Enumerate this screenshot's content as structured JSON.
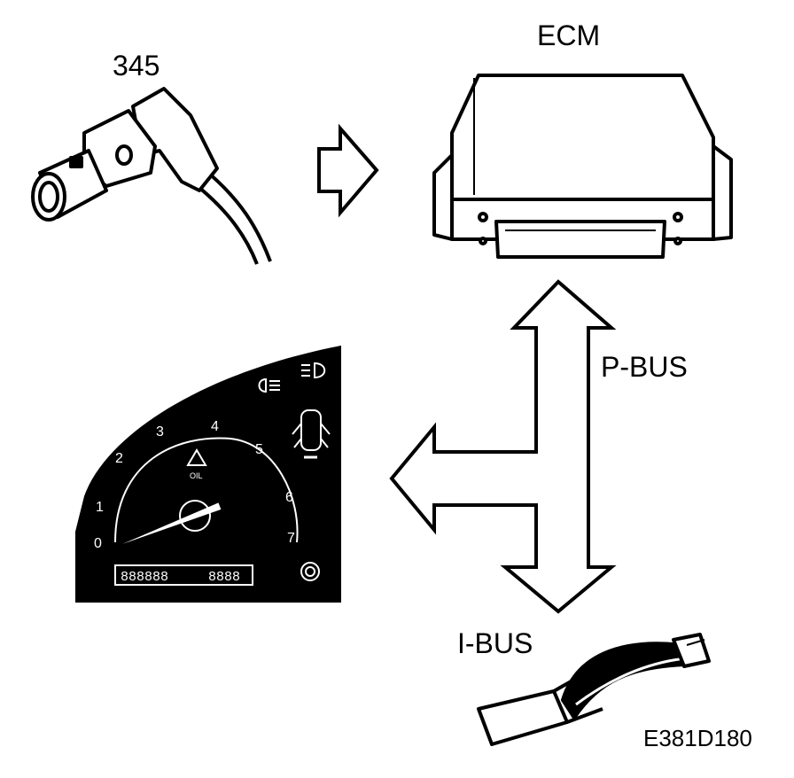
{
  "labels": {
    "sensor": "345",
    "ecm": "ECM",
    "pbus": "P-BUS",
    "ibus": "I-BUS",
    "figure_ref": "E381D180"
  },
  "tachometer": {
    "scale": [
      "0",
      "1",
      "2",
      "3",
      "4",
      "5",
      "6",
      "7"
    ],
    "needle_value": 0
  },
  "colors": {
    "ink": "#000000",
    "paper": "#ffffff"
  }
}
